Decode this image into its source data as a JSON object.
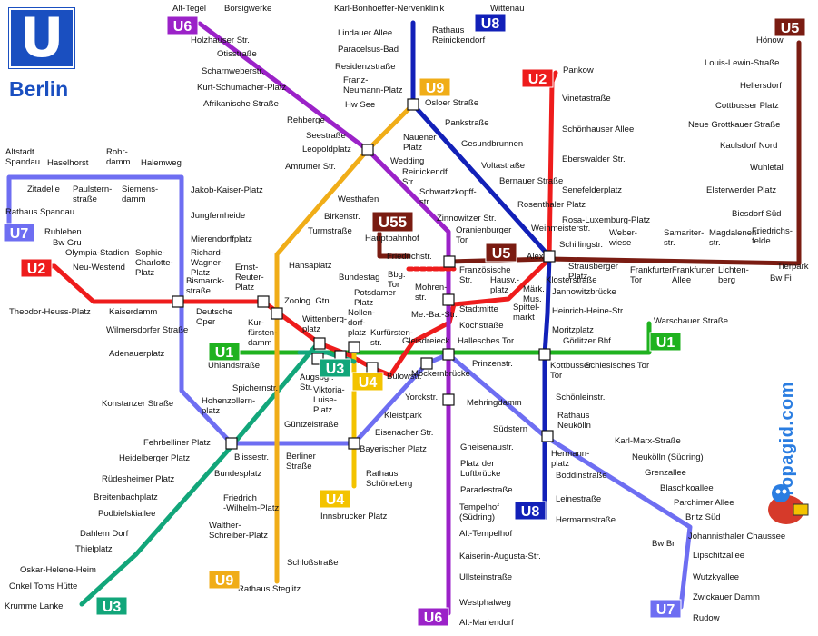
{
  "logo": {
    "letter": "U",
    "city": "Berlin"
  },
  "watermark": "Europagid.com",
  "colors": {
    "U1": "#1fb21f",
    "U2": "#ee1c1c",
    "U3": "#12a67a",
    "U4": "#f3c300",
    "U5": "#7a1c12",
    "U55": "#7a1c12",
    "U6": "#9b22c8",
    "U7": "#6e6ef2",
    "U8": "#1220b8",
    "U9": "#f0ad18"
  },
  "line_badges": [
    {
      "id": "U6_top",
      "text": "U6",
      "line": "U6"
    },
    {
      "id": "U8_top",
      "text": "U8",
      "line": "U8"
    },
    {
      "id": "U9_top",
      "text": "U9",
      "line": "U9"
    },
    {
      "id": "U5_top",
      "text": "U5",
      "line": "U5"
    },
    {
      "id": "U2_top",
      "text": "U2",
      "line": "U2"
    },
    {
      "id": "U7_left",
      "text": "U7",
      "line": "U7"
    },
    {
      "id": "U2_left",
      "text": "U2",
      "line": "U2"
    },
    {
      "id": "U55",
      "text": "U55",
      "line": "U55"
    },
    {
      "id": "U5_mid",
      "text": "U5",
      "line": "U5"
    },
    {
      "id": "U1_left",
      "text": "U1",
      "line": "U1"
    },
    {
      "id": "U3_mid",
      "text": "U3",
      "line": "U3"
    },
    {
      "id": "U4_mid",
      "text": "U4",
      "line": "U4"
    },
    {
      "id": "U1_right",
      "text": "U1",
      "line": "U1"
    },
    {
      "id": "U4_bot",
      "text": "U4",
      "line": "U4"
    },
    {
      "id": "U8_bot",
      "text": "U8",
      "line": "U8"
    },
    {
      "id": "U3_bot",
      "text": "U3",
      "line": "U3"
    },
    {
      "id": "U9_bot",
      "text": "U9",
      "line": "U9"
    },
    {
      "id": "U6_bot",
      "text": "U6",
      "line": "U6"
    },
    {
      "id": "U7_bot",
      "text": "U7",
      "line": "U7"
    }
  ],
  "stations": [
    {
      "id": "alt_tegel",
      "label": [
        "Alt-Tegel"
      ]
    },
    {
      "id": "borsigwerke",
      "label": [
        "Borsigwerke"
      ]
    },
    {
      "id": "holzhauser",
      "label": [
        "Holzhauser Str."
      ]
    },
    {
      "id": "otisstr",
      "label": [
        "Otisstraße"
      ]
    },
    {
      "id": "scharnweber",
      "label": [
        "Scharnweberstr."
      ]
    },
    {
      "id": "kurt_schumacher",
      "label": [
        "Kurt-Schumacher-Platz"
      ]
    },
    {
      "id": "afrikanische",
      "label": [
        "Afrikanische Straße"
      ]
    },
    {
      "id": "rehberge",
      "label": [
        "Rehberge"
      ]
    },
    {
      "id": "seestr",
      "label": [
        "Seestraße"
      ]
    },
    {
      "id": "leopoldplatz",
      "label": [
        "Leopoldplatz"
      ]
    },
    {
      "id": "amrumer",
      "label": [
        "Amrumer Str."
      ]
    },
    {
      "id": "westhafen",
      "label": [
        "Westhafen"
      ]
    },
    {
      "id": "birkenstr",
      "label": [
        "Birkenstr."
      ]
    },
    {
      "id": "turmstr",
      "label": [
        "Turmstraße"
      ]
    },
    {
      "id": "hansaplatz",
      "label": [
        "Hansaplatz"
      ]
    },
    {
      "id": "zoolog",
      "label": [
        "Zoolog. Gtn."
      ]
    },
    {
      "id": "kurfuerstendamm",
      "label": [
        "Kur-",
        "fürsten-",
        "damm"
      ]
    },
    {
      "id": "wittenberg",
      "label": [
        "Wittenberg-",
        "platz"
      ]
    },
    {
      "id": "nollendorf",
      "label": [
        "Nollen-",
        "dorf-",
        "platz"
      ]
    },
    {
      "id": "kurfuerstenstr",
      "label": [
        "Kurfürsten-",
        "str."
      ]
    },
    {
      "id": "gleisdreieck",
      "label": [
        "Gleisdreieck"
      ]
    },
    {
      "id": "hallesches_tor",
      "label": [
        "Hallesches Tor"
      ]
    },
    {
      "id": "prinzenstr",
      "label": [
        "Prinzenstr."
      ]
    },
    {
      "id": "kottbusser",
      "label": [
        "Kottbusser",
        "Tor"
      ]
    },
    {
      "id": "schlesisches",
      "label": [
        "Schlesisches Tor"
      ]
    },
    {
      "id": "goerlitzer",
      "label": [
        "Görlitzer Bhf."
      ]
    },
    {
      "id": "warschauer",
      "label": [
        "Warschauer Straße"
      ]
    },
    {
      "id": "uhlandstr",
      "label": [
        "Uhlandstraße"
      ]
    },
    {
      "id": "karl_bonhoeffer",
      "label": [
        "Karl-Bonhoeffer-Nervenklinik"
      ]
    },
    {
      "id": "wittenau",
      "label": [
        "Wittenau"
      ]
    },
    {
      "id": "rathaus_reinickendorf",
      "label": [
        "Rathaus",
        "Reinickendorf"
      ]
    },
    {
      "id": "lindauer",
      "label": [
        "Lindauer Allee"
      ]
    },
    {
      "id": "paracelsus",
      "label": [
        "Paracelsus-Bad"
      ]
    },
    {
      "id": "residenzstr",
      "label": [
        "Residenzstraße"
      ]
    },
    {
      "id": "franz_neumann",
      "label": [
        "Franz-",
        "Neumann-Platz"
      ]
    },
    {
      "id": "osloer",
      "label": [
        "Osloer Straße"
      ]
    },
    {
      "id": "hw_see",
      "label": [
        "Hw See"
      ]
    },
    {
      "id": "pankstr",
      "label": [
        "Pankstraße"
      ]
    },
    {
      "id": "gesundbrunnen",
      "label": [
        "Gesundbrunnen"
      ]
    },
    {
      "id": "voltastr",
      "label": [
        "Voltastraße"
      ]
    },
    {
      "id": "bernauer",
      "label": [
        "Bernauer Straße"
      ]
    },
    {
      "id": "rosenthaler",
      "label": [
        "Rosenthaler Platz"
      ]
    },
    {
      "id": "weinmeister",
      "label": [
        "Weinmeisterstr."
      ]
    },
    {
      "id": "alex",
      "label": [
        "Alex"
      ]
    },
    {
      "id": "jannowitz",
      "label": [
        "Jannowitzbrücke"
      ]
    },
    {
      "id": "heinrich_heine",
      "label": [
        "Heinrich-Heine-Str."
      ]
    },
    {
      "id": "moritzplatz",
      "label": [
        "Moritzplatz"
      ]
    },
    {
      "id": "schoenleinstr",
      "label": [
        "Schönleinstr."
      ]
    },
    {
      "id": "hermannplatz",
      "label": [
        "Hermann-",
        "platz"
      ]
    },
    {
      "id": "boddinstr",
      "label": [
        "Boddinstraße"
      ]
    },
    {
      "id": "leinestr",
      "label": [
        "Leinestraße"
      ]
    },
    {
      "id": "hermannstr",
      "label": [
        "Hermannstraße"
      ]
    },
    {
      "id": "nauener",
      "label": [
        "Nauener",
        "Platz"
      ]
    },
    {
      "id": "wedding",
      "label": [
        "Wedding"
      ]
    },
    {
      "id": "reinickendorfer",
      "label": [
        "Reinickendf.",
        "Str."
      ]
    },
    {
      "id": "schwartzkopff",
      "label": [
        "Schwartzkopff-",
        "str."
      ]
    },
    {
      "id": "zinnowitzer",
      "label": [
        "Zinnowitzer Str."
      ]
    },
    {
      "id": "oranienburger",
      "label": [
        "Oranienburger",
        "Tor"
      ]
    },
    {
      "id": "friedrichstr",
      "label": [
        "Friedrichstr."
      ]
    },
    {
      "id": "franzoesische",
      "label": [
        "Französische",
        "Str."
      ]
    },
    {
      "id": "stadtmitte",
      "label": [
        "Stadtmitte"
      ]
    },
    {
      "id": "kochstr",
      "label": [
        "Kochstraße"
      ]
    },
    {
      "id": "mehringdamm",
      "label": [
        "Mehringdamm"
      ]
    },
    {
      "id": "platz_luftbruecke",
      "label": [
        "Platz der",
        "Luftbrücke"
      ]
    },
    {
      "id": "paradestr",
      "label": [
        "Paradestraße"
      ]
    },
    {
      "id": "tempelhof",
      "label": [
        "Tempelhof",
        "(Südring)"
      ]
    },
    {
      "id": "alt_tempelhof",
      "label": [
        "Alt-Tempelhof"
      ]
    },
    {
      "id": "kaiserin_augusta",
      "label": [
        "Kaiserin-Augusta-Str."
      ]
    },
    {
      "id": "ullsteinstr",
      "label": [
        "Ullsteinstraße"
      ]
    },
    {
      "id": "westphalweg",
      "label": [
        "Westphalweg"
      ]
    },
    {
      "id": "alt_mariendorf",
      "label": [
        "Alt-Mariendorf"
      ]
    },
    {
      "id": "pankow",
      "label": [
        "Pankow"
      ]
    },
    {
      "id": "vinetastr",
      "label": [
        "Vinetastraße"
      ]
    },
    {
      "id": "schoenhauser",
      "label": [
        "Schönhauser Allee"
      ]
    },
    {
      "id": "eberswalder",
      "label": [
        "Eberswalder Str."
      ]
    },
    {
      "id": "senefelder",
      "label": [
        "Senefelderplatz"
      ]
    },
    {
      "id": "rosa_luxemburg",
      "label": [
        "Rosa-Luxemburg-Platz"
      ]
    },
    {
      "id": "klosterstr",
      "label": [
        "Klosterstraße"
      ]
    },
    {
      "id": "maerk_mus",
      "label": [
        "Märk.",
        "Mus."
      ]
    },
    {
      "id": "spittelmarkt",
      "label": [
        "Spittel-",
        "markt"
      ]
    },
    {
      "id": "hausvogtei",
      "label": [
        "Hausv.-",
        "platz"
      ]
    },
    {
      "id": "mohrenstr",
      "label": [
        "Mohren-",
        "str."
      ]
    },
    {
      "id": "potsdamer",
      "label": [
        "Potsdamer",
        "Platz"
      ]
    },
    {
      "id": "mendelssohn",
      "label": [
        "Me.-Ba.-Str."
      ]
    },
    {
      "id": "hoenow",
      "label": [
        "Hönow"
      ]
    },
    {
      "id": "louis_lewin",
      "label": [
        "Louis-Lewin-Straße"
      ]
    },
    {
      "id": "hellersdorf",
      "label": [
        "Hellersdorf"
      ]
    },
    {
      "id": "cottbusser",
      "label": [
        "Cottbusser Platz"
      ]
    },
    {
      "id": "neue_grottkauer",
      "label": [
        "Neue Grottkauer Straße"
      ]
    },
    {
      "id": "kaulsdorf",
      "label": [
        "Kaulsdorf Nord"
      ]
    },
    {
      "id": "wuhletal",
      "label": [
        "Wuhletal"
      ]
    },
    {
      "id": "elsterwerder",
      "label": [
        "Elsterwerder Platz"
      ]
    },
    {
      "id": "biesdorf",
      "label": [
        "Biesdorf Süd"
      ]
    },
    {
      "id": "tierpark",
      "label": [
        "Tierpark"
      ]
    },
    {
      "id": "bw_fi",
      "label": [
        "Bw Fi"
      ]
    },
    {
      "id": "friedrichsfelde",
      "label": [
        "Friedrichs-",
        "felde"
      ]
    },
    {
      "id": "magdalenenstr",
      "label": [
        "Magdalenen-",
        "str."
      ]
    },
    {
      "id": "lichtenberg",
      "label": [
        "Lichten-",
        "berg"
      ]
    },
    {
      "id": "samariterstr",
      "label": [
        "Samariter-",
        "str."
      ]
    },
    {
      "id": "frankfurter_allee",
      "label": [
        "Frankfurter",
        "Allee"
      ]
    },
    {
      "id": "weberwiese",
      "label": [
        "Weber-",
        "wiese"
      ]
    },
    {
      "id": "frankfurter_tor",
      "label": [
        "Frankfurter",
        "Tor"
      ]
    },
    {
      "id": "strausberger",
      "label": [
        "Strausberger",
        "Platz"
      ]
    },
    {
      "id": "schillingstr",
      "label": [
        "Schillingstr."
      ]
    },
    {
      "id": "hauptbahnhof",
      "label": [
        "Hauptbahnhof"
      ]
    },
    {
      "id": "bundestag",
      "label": [
        "Bundestag"
      ]
    },
    {
      "id": "brandenburger",
      "label": [
        "Bbg.",
        "Tor"
      ]
    },
    {
      "id": "altstadt_spandau",
      "label": [
        "Altstadt",
        "Spandau"
      ]
    },
    {
      "id": "haselhorst",
      "label": [
        "Haselhorst"
      ]
    },
    {
      "id": "rohrdamm",
      "label": [
        "Rohr-",
        "damm"
      ]
    },
    {
      "id": "halemweg",
      "label": [
        "Halemweg"
      ]
    },
    {
      "id": "zitadelle",
      "label": [
        "Zitadelle"
      ]
    },
    {
      "id": "paulsternstr",
      "label": [
        "Paulstern-",
        "straße"
      ]
    },
    {
      "id": "siemensdamm",
      "label": [
        "Siemens-",
        "damm"
      ]
    },
    {
      "id": "rathaus_spandau",
      "label": [
        "Rathaus Spandau"
      ]
    },
    {
      "id": "jakob_kaiser",
      "label": [
        "Jakob-Kaiser-Platz"
      ]
    },
    {
      "id": "jungfernheide",
      "label": [
        "Jungfernheide"
      ]
    },
    {
      "id": "mierendorff",
      "label": [
        "Mierendorffplatz"
      ]
    },
    {
      "id": "richard_wagner",
      "label": [
        "Richard-",
        "Wagner-",
        "Platz"
      ]
    },
    {
      "id": "bismarckstr",
      "label": [
        "Bismarck-",
        "straße"
      ]
    },
    {
      "id": "ernst_reuter",
      "label": [
        "Ernst-",
        "Reuter-",
        "Platz"
      ]
    },
    {
      "id": "deutsche_oper",
      "label": [
        "Deutsche",
        "Oper"
      ]
    },
    {
      "id": "wilmersdorfer",
      "label": [
        "Wilmersdorfer Straße"
      ]
    },
    {
      "id": "adenauerplatz",
      "label": [
        "Adenauerplatz"
      ]
    },
    {
      "id": "konstanzer",
      "label": [
        "Konstanzer Straße"
      ]
    },
    {
      "id": "fehrbelliner",
      "label": [
        "Fehrbelliner Platz"
      ]
    },
    {
      "id": "ruhleben",
      "label": [
        "Ruhleben"
      ]
    },
    {
      "id": "bw_gru",
      "label": [
        "Bw Gru"
      ]
    },
    {
      "id": "olympia_stadion",
      "label": [
        "Olympia-Stadion"
      ]
    },
    {
      "id": "neu_westend",
      "label": [
        "Neu-Westend"
      ]
    },
    {
      "id": "sophie_charlotte",
      "label": [
        "Sophie-",
        "Charlotte-",
        "Platz"
      ]
    },
    {
      "id": "theodor_heuss",
      "label": [
        "Theodor-Heuss-Platz"
      ]
    },
    {
      "id": "kaiserdamm",
      "label": [
        "Kaiserdamm"
      ]
    },
    {
      "id": "spichernstr",
      "label": [
        "Spichernstr."
      ]
    },
    {
      "id": "augsburger",
      "label": [
        "Augsbgr.",
        "Str."
      ]
    },
    {
      "id": "viktoria_luise",
      "label": [
        "Viktoria-",
        "Luise-",
        "Platz"
      ]
    },
    {
      "id": "hohenzollern",
      "label": [
        "Hohenzollern-",
        "platz"
      ]
    },
    {
      "id": "guentzelstr",
      "label": [
        "Güntzelstraße"
      ]
    },
    {
      "id": "bluestr",
      "label": [
        "Bülowstr."
      ]
    },
    {
      "id": "moeckern",
      "label": [
        "Möckernbrücke"
      ]
    },
    {
      "id": "yorckstr",
      "label": [
        "Yorckstr."
      ]
    },
    {
      "id": "kleistpark",
      "label": [
        "Kleistpark"
      ]
    },
    {
      "id": "eisenacher",
      "label": [
        "Eisenacher Str."
      ]
    },
    {
      "id": "bayerischer",
      "label": [
        "Bayerischer Platz"
      ]
    },
    {
      "id": "rathaus_schoeneberg",
      "label": [
        "Rathaus",
        "Schöneberg"
      ]
    },
    {
      "id": "innsbrucker",
      "label": [
        "Innsbrucker Platz"
      ]
    },
    {
      "id": "blissestr",
      "label": [
        "Blissestr."
      ]
    },
    {
      "id": "berliner_str",
      "label": [
        "Berliner",
        "Straße"
      ]
    },
    {
      "id": "bundesplatz",
      "label": [
        "Bundesplatz"
      ]
    },
    {
      "id": "friedrich_wilhelm",
      "label": [
        "Friedrich",
        "-Wilhelm-Platz"
      ]
    },
    {
      "id": "walther_schreiber",
      "label": [
        "Walther-",
        "Schreiber-Platz"
      ]
    },
    {
      "id": "schlossstr",
      "label": [
        "Schloßstraße"
      ]
    },
    {
      "id": "rathaus_steglitz",
      "label": [
        "Rathaus Steglitz"
      ]
    },
    {
      "id": "heidelberger",
      "label": [
        "Heidelberger Platz"
      ]
    },
    {
      "id": "ruedesheimer",
      "label": [
        "Rüdesheimer Platz"
      ]
    },
    {
      "id": "breitenbach",
      "label": [
        "Breitenbachplatz"
      ]
    },
    {
      "id": "podbielski",
      "label": [
        "Podbielskiallee"
      ]
    },
    {
      "id": "dahlem_dorf",
      "label": [
        "Dahlem Dorf"
      ]
    },
    {
      "id": "thielplatz",
      "label": [
        "Thielplatz"
      ]
    },
    {
      "id": "oskar_helene",
      "label": [
        "Oskar-Helene-Heim"
      ]
    },
    {
      "id": "onkel_toms",
      "label": [
        "Onkel Toms Hütte"
      ]
    },
    {
      "id": "krumme_lanke",
      "label": [
        "Krumme Lanke"
      ]
    },
    {
      "id": "suedstern",
      "label": [
        "Südstern"
      ]
    },
    {
      "id": "rathaus_neukoelln",
      "label": [
        "Rathaus",
        "Neukölln"
      ]
    },
    {
      "id": "karl_marx",
      "label": [
        "Karl-Marx-Straße"
      ]
    },
    {
      "id": "neukoelln",
      "label": [
        "Neukölln (Südring)"
      ]
    },
    {
      "id": "grenzallee",
      "label": [
        "Grenzallee"
      ]
    },
    {
      "id": "blaschko",
      "label": [
        "Blaschkoallee"
      ]
    },
    {
      "id": "parchimer",
      "label": [
        "Parchimer Allee"
      ]
    },
    {
      "id": "britz_sued",
      "label": [
        "Britz Süd"
      ]
    },
    {
      "id": "johannisthaler",
      "label": [
        "Johannisthaler Chaussee"
      ]
    },
    {
      "id": "bw_br",
      "label": [
        "Bw Br"
      ]
    },
    {
      "id": "lipschitz",
      "label": [
        "Lipschitzallee"
      ]
    },
    {
      "id": "wutzky",
      "label": [
        "Wutzkyallee"
      ]
    },
    {
      "id": "zwickauer",
      "label": [
        "Zwickauer Damm"
      ]
    },
    {
      "id": "rudow",
      "label": [
        "Rudow"
      ]
    },
    {
      "id": "gneisenau",
      "label": [
        "Gneisenaustr."
      ]
    }
  ]
}
